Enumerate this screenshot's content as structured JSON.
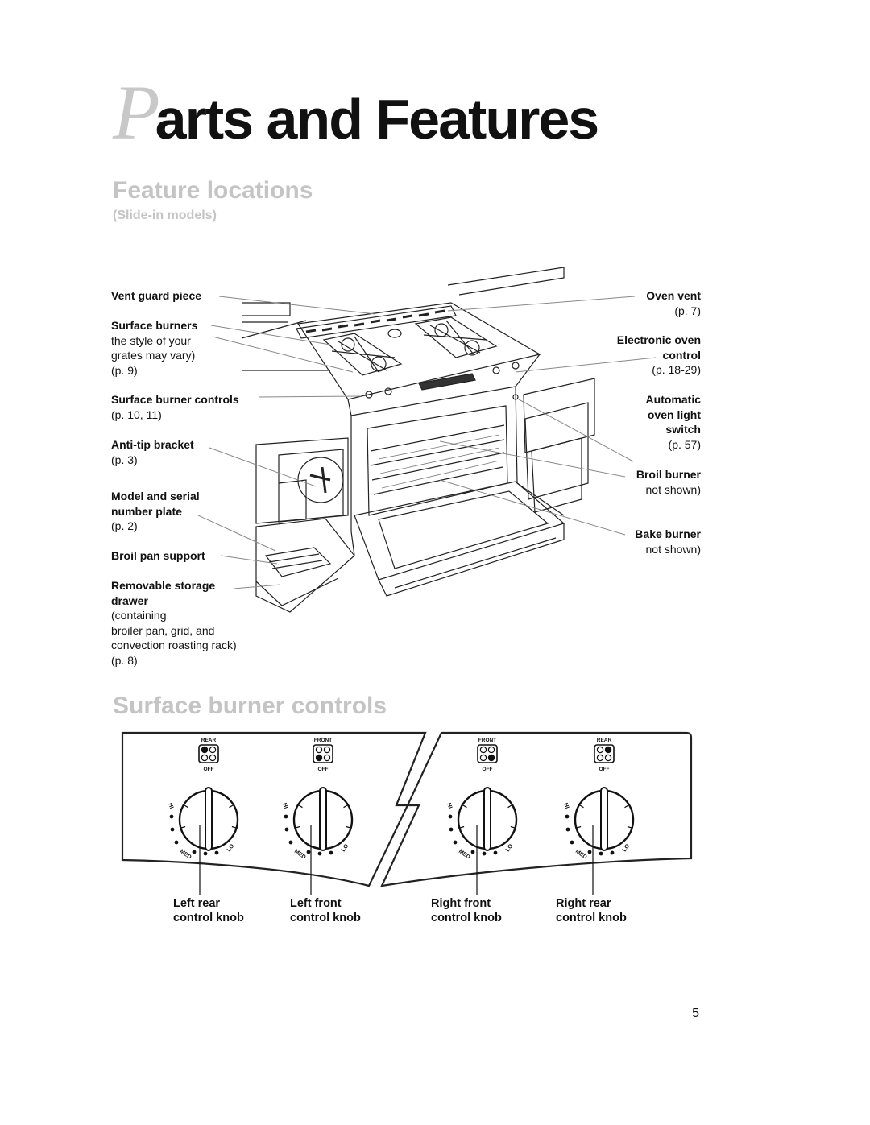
{
  "header": {
    "title_initial": "P",
    "title_rest": "arts and Features",
    "section1": "Feature locations",
    "section1_sub": "(Slide-in models)",
    "section2": "Surface burner controls"
  },
  "callouts_left": [
    {
      "bold": "Vent guard piece",
      "lines": []
    },
    {
      "bold": "Surface burners",
      "lines": [
        "the style of your",
        "grates may vary)",
        "(p. 9)"
      ]
    },
    {
      "bold": "Surface burner controls",
      "lines": [
        "(p. 10, 11)"
      ]
    },
    {
      "bold": "Anti-tip bracket",
      "lines": [
        "(p. 3)"
      ]
    },
    {
      "bold": "Model and serial",
      "bold2": "number plate",
      "lines": [
        "(p. 2)"
      ]
    },
    {
      "bold": "Broil pan support",
      "lines": []
    },
    {
      "bold": "Removable storage",
      "bold2": "drawer",
      "lines": [
        "(containing",
        "broiler pan, grid, and",
        "convection roasting rack)",
        "(p. 8)"
      ]
    }
  ],
  "callouts_right": [
    {
      "bold": "Oven vent",
      "lines": [
        "(p. 7)"
      ]
    },
    {
      "bold": "Electronic oven",
      "bold2": "control",
      "lines": [
        "(p. 18-29)"
      ]
    },
    {
      "bold": "Automatic",
      "bold2": "oven light",
      "bold3": "switch",
      "lines": [
        "(p. 57)"
      ]
    },
    {
      "bold": "Broil burner",
      "lines": [
        "not shown)"
      ]
    },
    {
      "bold": "Bake burner",
      "lines": [
        "not shown)"
      ]
    }
  ],
  "panel": {
    "knobs": [
      {
        "top_label": "REAR",
        "off": "OFF",
        "hi": "HI",
        "med": "MED",
        "lo": "LO",
        "indicator": "rear-left",
        "name1": "Left rear",
        "name2": "control knob"
      },
      {
        "top_label": "FRONT",
        "off": "OFF",
        "hi": "HI",
        "med": "MED",
        "lo": "LO",
        "indicator": "front-left",
        "name1": "Left front",
        "name2": "control knob"
      },
      {
        "top_label": "FRONT",
        "off": "OFF",
        "hi": "HI",
        "med": "MED",
        "lo": "LO",
        "indicator": "front-right",
        "name1": "Right front",
        "name2": "control knob"
      },
      {
        "top_label": "REAR",
        "off": "OFF",
        "hi": "HI",
        "med": "MED",
        "lo": "LO",
        "indicator": "rear-right",
        "name1": "Right rear",
        "name2": "control knob"
      }
    ]
  },
  "page_number": "5"
}
